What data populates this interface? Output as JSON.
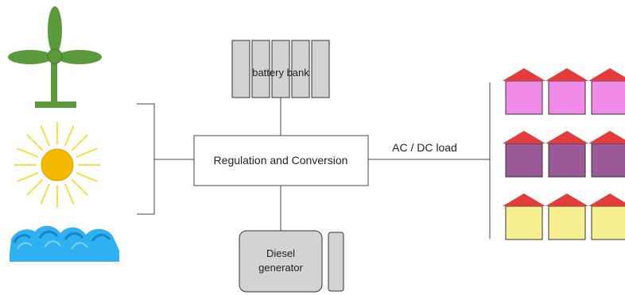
{
  "diagram": {
    "battery_label": "battery bank",
    "regulation_label": "Regulation and Conversion",
    "load_label": "AC / DC load",
    "diesel_line1": "Diesel",
    "diesel_line2": "generator"
  },
  "colors": {
    "wind_turbine": "#5a9a3c",
    "sun": "#f5b800",
    "sun_rays": "#f2e04a",
    "wave": "#2fb0f0",
    "battery": "#d3d3d3",
    "roof": "#e23c3c",
    "house_row_1": "#f08ce8",
    "house_row_2": "#9a5a98",
    "house_row_3": "#f8f090"
  },
  "icons": [
    "wind-turbine-icon",
    "sun-icon",
    "wave-icon",
    "battery-icon",
    "diesel-generator-icon",
    "house-icon"
  ]
}
